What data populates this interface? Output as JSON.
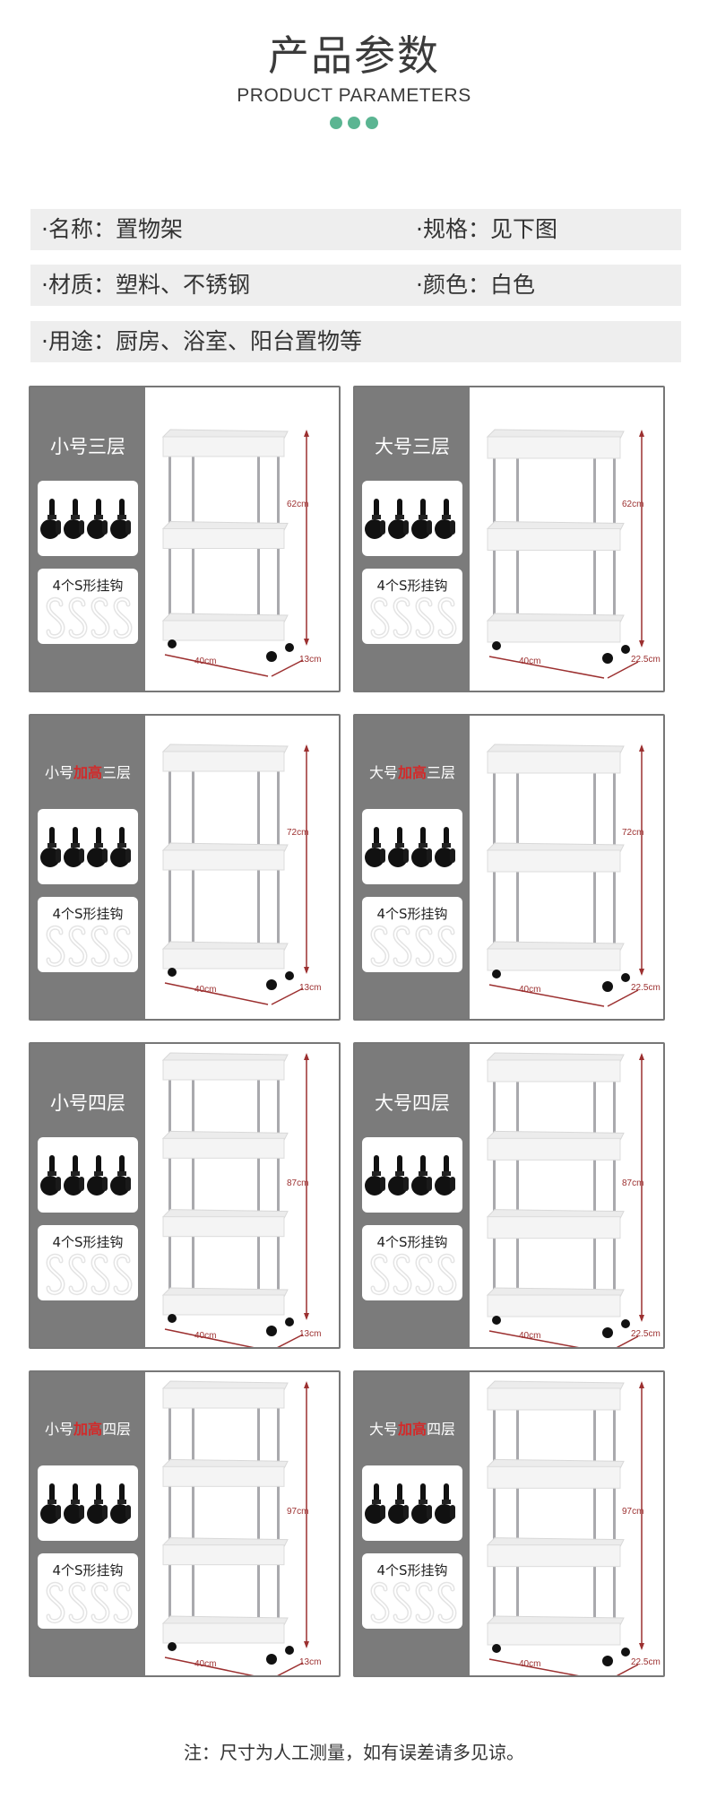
{
  "header": {
    "title_cn": "产品参数",
    "title_en": "PRODUCT PARAMETERS",
    "dot_color": "#5bb592",
    "dot_count": 3
  },
  "specs": [
    {
      "left": "·名称：置物架",
      "right": "·规格：见下图"
    },
    {
      "left": "·材质：塑料、不锈钢",
      "right": "·颜色：白色"
    },
    {
      "left": "·用途：厨房、浴室、阳台置物等",
      "right": ""
    }
  ],
  "products": [
    {
      "name_pre": "小号",
      "name_hl": "",
      "name_post": "三层",
      "tiers": 3,
      "size": "small",
      "height": "62cm",
      "width": "40cm",
      "depth": "13cm",
      "accessory_casters": "4 casters",
      "accessory_hooks": "4个S形挂钩"
    },
    {
      "name_pre": "大号",
      "name_hl": "",
      "name_post": "三层",
      "tiers": 3,
      "size": "large",
      "height": "62cm",
      "width": "40cm",
      "depth": "22.5cm",
      "accessory_casters": "4 casters",
      "accessory_hooks": "4个S形挂钩"
    },
    {
      "name_pre": "小号",
      "name_hl": "加高",
      "name_post": "三层",
      "tiers": 3,
      "size": "small",
      "height": "72cm",
      "width": "40cm",
      "depth": "13cm",
      "accessory_casters": "4 casters",
      "accessory_hooks": "4个S形挂钩"
    },
    {
      "name_pre": "大号",
      "name_hl": "加高",
      "name_post": "三层",
      "tiers": 3,
      "size": "large",
      "height": "72cm",
      "width": "40cm",
      "depth": "22.5cm",
      "accessory_casters": "4 casters",
      "accessory_hooks": "4个S形挂钩"
    },
    {
      "name_pre": "小号",
      "name_hl": "",
      "name_post": "四层",
      "tiers": 4,
      "size": "small",
      "height": "87cm",
      "width": "40cm",
      "depth": "13cm",
      "accessory_casters": "4 casters",
      "accessory_hooks": "4个S形挂钩"
    },
    {
      "name_pre": "大号",
      "name_hl": "",
      "name_post": "四层",
      "tiers": 4,
      "size": "large",
      "height": "87cm",
      "width": "40cm",
      "depth": "22.5cm",
      "accessory_casters": "4 casters",
      "accessory_hooks": "4个S形挂钩"
    },
    {
      "name_pre": "小号",
      "name_hl": "加高",
      "name_post": "四层",
      "tiers": 4,
      "size": "small",
      "height": "97cm",
      "width": "40cm",
      "depth": "13cm",
      "accessory_casters": "4 casters",
      "accessory_hooks": "4个S形挂钩"
    },
    {
      "name_pre": "大号",
      "name_hl": "加高",
      "name_post": "四层",
      "tiers": 4,
      "size": "large",
      "height": "97cm",
      "width": "40cm",
      "depth": "22.5cm",
      "accessory_casters": "4 casters",
      "accessory_hooks": "4个S形挂钩"
    }
  ],
  "colors": {
    "side_panel": "#7b7b7b",
    "highlight_red": "#d22a2a",
    "dimension_red": "#9c3030",
    "spec_row_bg": "#eeeeee"
  },
  "footer": {
    "note": "注：尺寸为人工测量，如有误差请多见谅。"
  }
}
